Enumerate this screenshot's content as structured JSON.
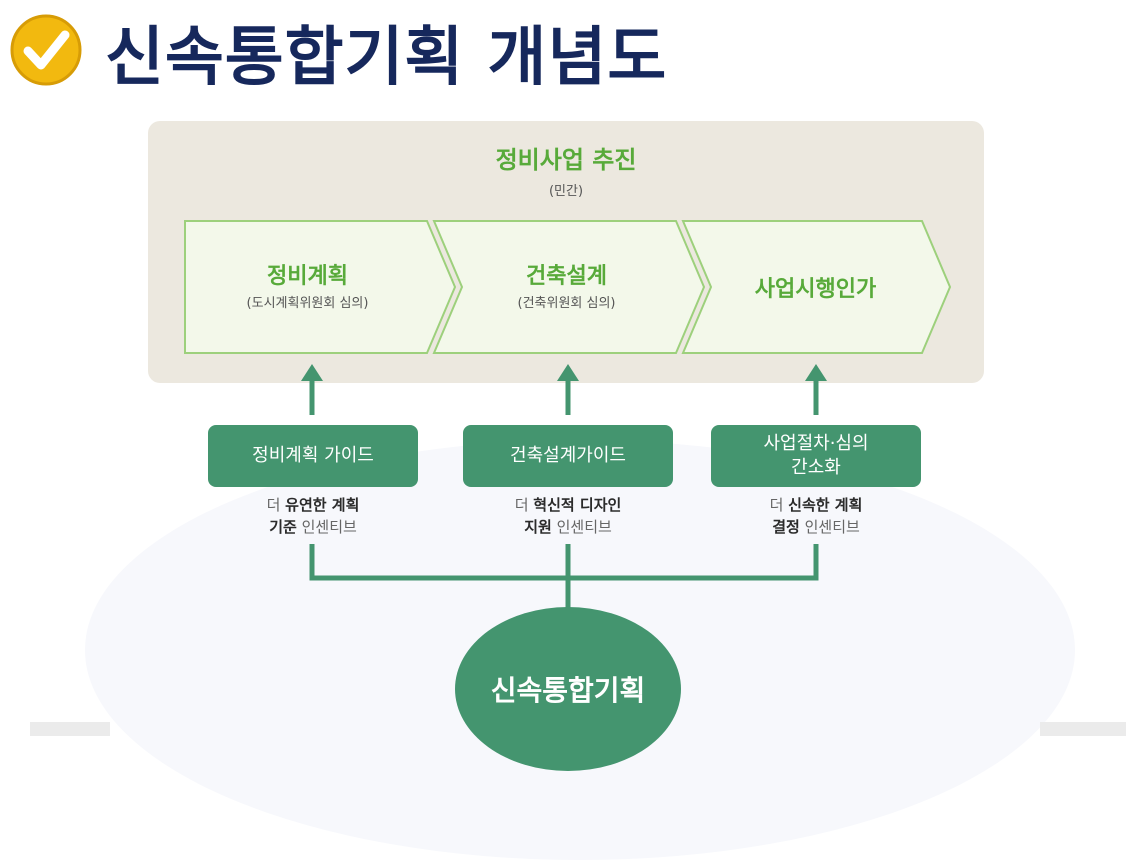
{
  "header": {
    "title": "신속통합기획 개념도",
    "icon": "check-circle-icon"
  },
  "colors": {
    "title": "#16285c",
    "accent_green": "#58aa3a",
    "dark_green": "#44956f",
    "panel_bg": "#ece8df",
    "icon_gold": "#f2b90f"
  },
  "panel": {
    "title": "정비사업 추진",
    "subtitle": "(민간)",
    "stages": [
      {
        "title": "정비계획",
        "subtitle": "(도시계획위원회 심의)"
      },
      {
        "title": "건축설계",
        "subtitle": "(건축위원회 심의)"
      },
      {
        "title": "사업시행인가",
        "subtitle": ""
      }
    ]
  },
  "guides": [
    {
      "label_lines": [
        "정비계획 가이드"
      ],
      "prefix": "더",
      "bold": "유연한 계획",
      "bold2": "기준",
      "suffix": "인센티브"
    },
    {
      "label_lines": [
        "건축설계가이드"
      ],
      "prefix": "더",
      "bold": "혁신적 디자인",
      "bold2": "지원",
      "suffix": "인센티브"
    },
    {
      "label_lines": [
        "사업절차·심의",
        "간소화"
      ],
      "prefix": "더",
      "bold": "신속한 계획",
      "bold2": "결정",
      "suffix": "인센티브"
    }
  ],
  "center": {
    "label": "신속통합기획"
  }
}
